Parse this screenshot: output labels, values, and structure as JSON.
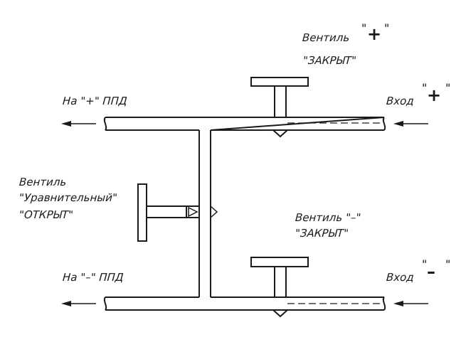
{
  "labels": {
    "to_plus": "На \"+\" ППД",
    "to_minus": "На \"–\" ППД",
    "input_plus": "Вход",
    "input_minus": "Вход",
    "valve_plus_name": "Вентиль",
    "valve_plus_state": "\"ЗАКРЫТ\"",
    "valve_minus_name": "Вентиль \"–\"",
    "valve_minus_state": "\"ЗАКРЫТ\"",
    "valve_eq_name": "Вентиль",
    "valve_eq_type": "\"Уравнительный\"",
    "valve_eq_state": "\"ОТКРЫТ\"",
    "sign_plus": "+",
    "sign_minus": "–",
    "quote": "\""
  },
  "colors": {
    "line": "#1a1a1a",
    "background": "#ffffff"
  }
}
